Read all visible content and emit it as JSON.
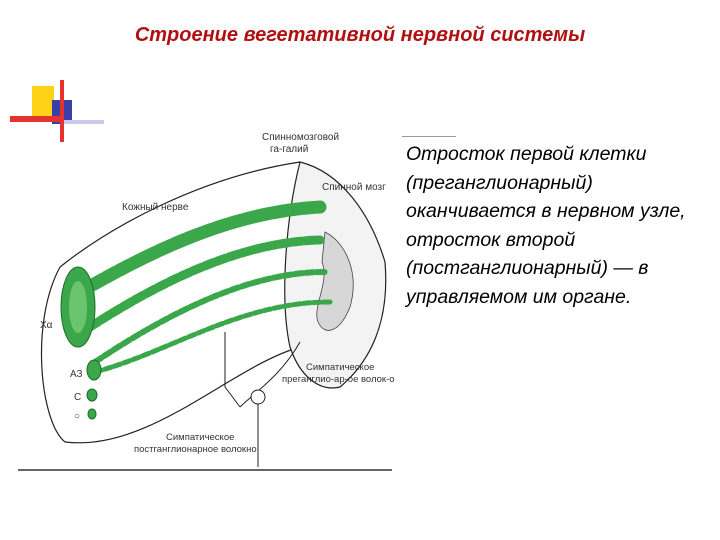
{
  "slide": {
    "title": "Строение вегетативной нервной системы",
    "body_text": "Отросток первой клетки (преганглионарный) оканчивается в нервном узле, отросток второй (постганглионарный) — в управляемом им органе."
  },
  "diagram": {
    "labels": {
      "spinal_ganglion_1": "Спинномозговой",
      "spinal_ganglion_2": "га-галий",
      "skin_nerve": "Кожный нерве",
      "spinal_cord": "Спинной мозг",
      "xa": "Хα",
      "az": "АЗ",
      "c": "С",
      "o": "○",
      "sympathetic_pre_1": "Симпатическое",
      "sympathetic_pre_2": "преганглио-ар-ое волок-о",
      "sympathetic_post_1": "Симпатическое",
      "sympathetic_post_2": "постганглионарное волокно"
    }
  },
  "colors": {
    "title": "#b01010",
    "fiber_green": "#3aa84a",
    "deco_yellow": "#ffd21a",
    "deco_red": "#e4322e",
    "deco_blue": "#3b3fa8"
  }
}
